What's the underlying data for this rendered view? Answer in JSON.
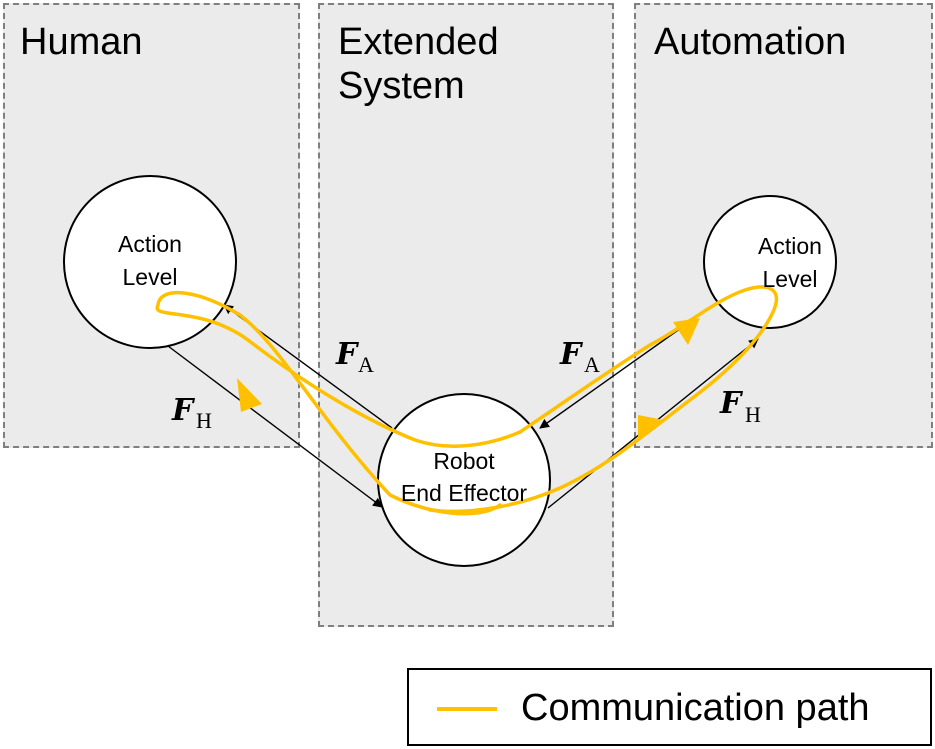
{
  "lanes": {
    "human": "Human",
    "extended": "Extended\nSystem",
    "automation": "Automation"
  },
  "nodes": {
    "human_action": [
      "Action",
      "Level"
    ],
    "robot": [
      "Robot",
      "End Effector"
    ],
    "automation_action": [
      "Action",
      "Level"
    ]
  },
  "forces": {
    "fa_left": {
      "symbol": "F",
      "sub": "A"
    },
    "fh_left": {
      "symbol": "F",
      "sub": "H"
    },
    "fa_right": {
      "symbol": "F",
      "sub": "A"
    },
    "fh_right": {
      "symbol": "F",
      "sub": "H"
    }
  },
  "legend": {
    "label": "Communication path"
  },
  "colors": {
    "path": "#ffc000",
    "lane_fill": "#ebebeb",
    "lane_border": "#7f7f7f"
  }
}
